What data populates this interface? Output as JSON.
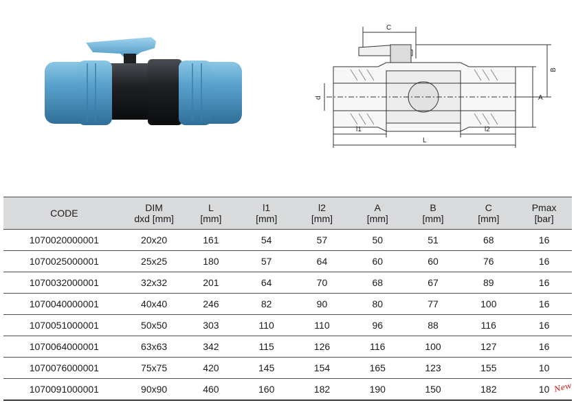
{
  "diagram": {
    "dim_labels": {
      "C": "C",
      "B": "B",
      "A": "A",
      "d": "d",
      "l1": "l1",
      "l2": "l2",
      "L": "L"
    }
  },
  "table": {
    "headers": [
      {
        "line1": "CODE",
        "line2": ""
      },
      {
        "line1": "DIM",
        "line2": "dxd [mm]"
      },
      {
        "line1": "L",
        "line2": "[mm]"
      },
      {
        "line1": "l1",
        "line2": "[mm]"
      },
      {
        "line1": "l2",
        "line2": "[mm]"
      },
      {
        "line1": "A",
        "line2": "[mm]"
      },
      {
        "line1": "B",
        "line2": "[mm]"
      },
      {
        "line1": "C",
        "line2": "[mm]"
      },
      {
        "line1": "Pmax",
        "line2": "[bar]"
      }
    ],
    "rows": [
      [
        "1070020000001",
        "20x20",
        "161",
        "54",
        "57",
        "50",
        "51",
        "68",
        "16"
      ],
      [
        "1070025000001",
        "25x25",
        "180",
        "57",
        "64",
        "60",
        "60",
        "76",
        "16"
      ],
      [
        "1070032000001",
        "32x32",
        "201",
        "64",
        "70",
        "68",
        "67",
        "89",
        "16"
      ],
      [
        "1070040000001",
        "40x40",
        "246",
        "82",
        "90",
        "80",
        "77",
        "100",
        "16"
      ],
      [
        "1070051000001",
        "50x50",
        "303",
        "110",
        "110",
        "96",
        "88",
        "116",
        "16"
      ],
      [
        "1070064000001",
        "63x63",
        "342",
        "115",
        "126",
        "116",
        "100",
        "127",
        "16"
      ],
      [
        "1070076000001",
        "75x75",
        "420",
        "145",
        "154",
        "165",
        "123",
        "155",
        "10"
      ],
      [
        "1070091000001",
        "90x90",
        "460",
        "160",
        "182",
        "190",
        "150",
        "182",
        "10"
      ]
    ]
  },
  "new_badge": "New"
}
